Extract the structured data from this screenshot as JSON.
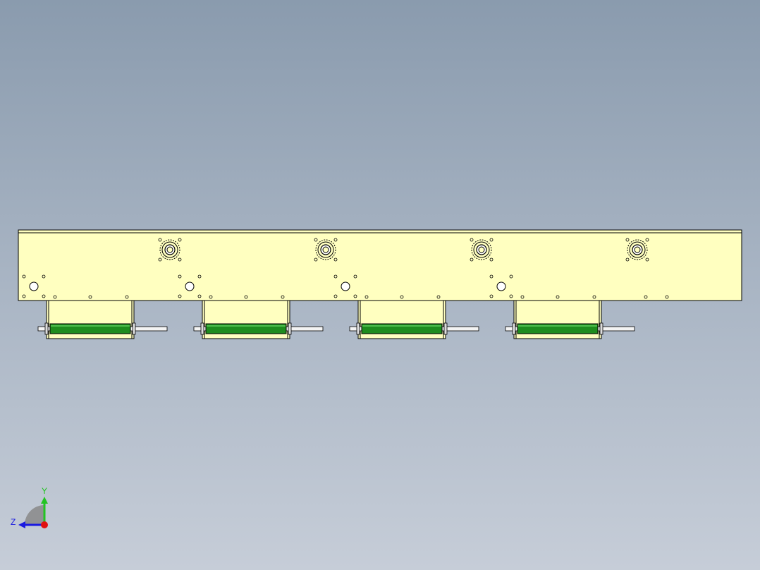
{
  "viewport": {
    "background_top": "#8a9bae",
    "background_bottom": "#c6cdd8"
  },
  "model": {
    "frame_color": "#ffffc0",
    "outline_color": "#000000",
    "roller_color": "#1e8c1e",
    "shaft_color": "#f4f4f4",
    "sprocket_count": 4,
    "roller_count": 4
  },
  "triad": {
    "y_label": "Y",
    "z_label": "Z",
    "y_color": "#22c422",
    "z_color": "#1a1ae0",
    "x_color": "#e01010",
    "base_icon": "orientation-triad-icon"
  }
}
